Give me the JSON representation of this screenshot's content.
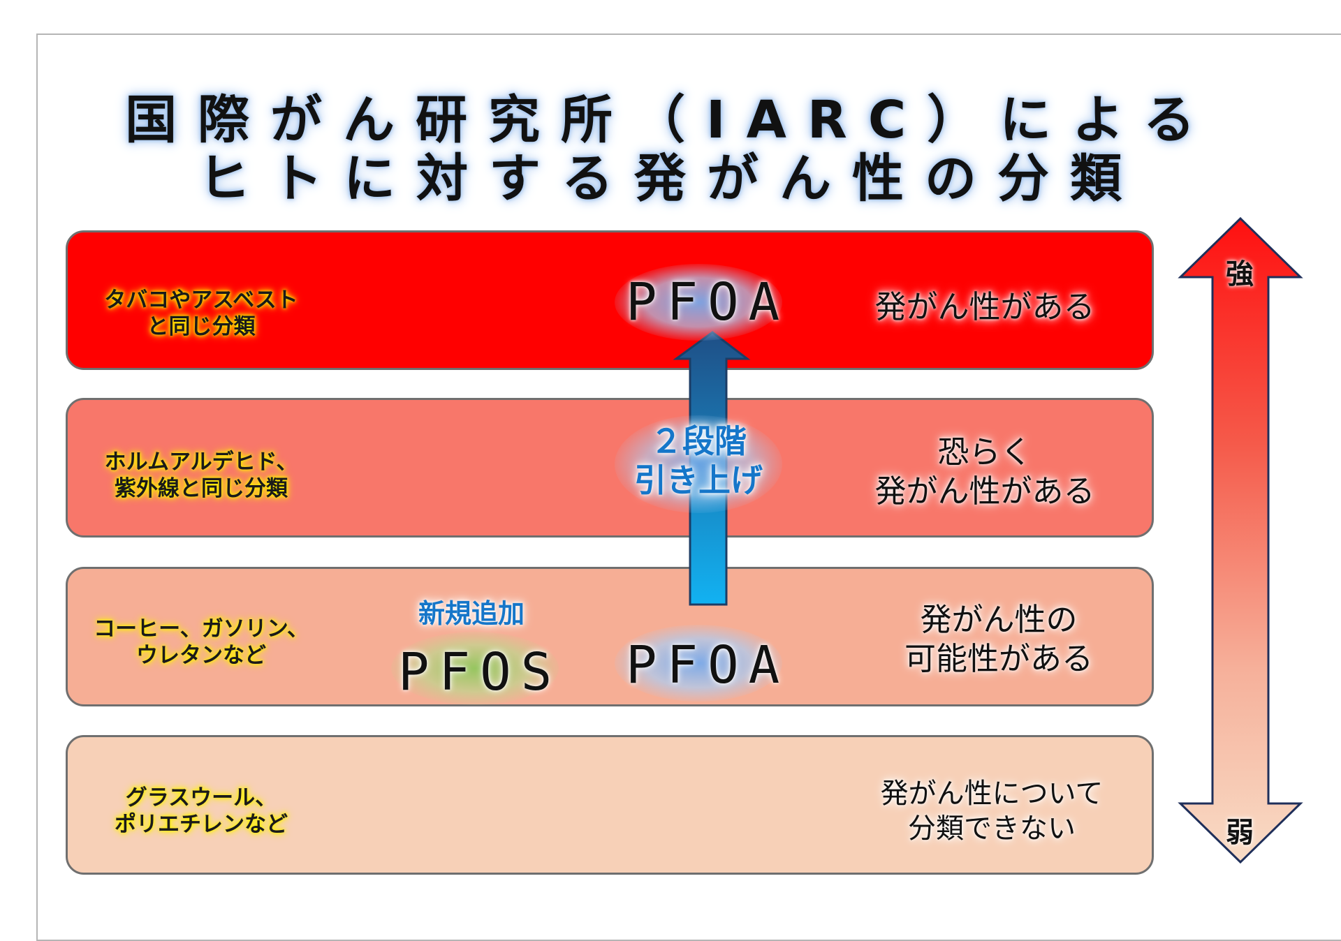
{
  "title": {
    "line1": "国際がん研究所（IARC）による",
    "line2": "ヒトに対する発がん性の分類"
  },
  "bands": [
    {
      "examples": [
        "タバコやアスベスト",
        "と同じ分類"
      ],
      "category": [
        "発がん性がある"
      ],
      "color": "#ff0000"
    },
    {
      "examples": [
        "ホルムアルデヒド、",
        "紫外線と同じ分類"
      ],
      "category": [
        "恐らく",
        "発がん性がある"
      ],
      "color": "#f8776a"
    },
    {
      "examples": [
        "コーヒー、ガソリン、",
        "ウレタンなど"
      ],
      "category": [
        "発がん性の",
        "可能性がある"
      ],
      "color": "#f6ae95"
    },
    {
      "examples": [
        "グラスウール、",
        "ポリエチレンなど"
      ],
      "category": [
        "発がん性について",
        "分類できない"
      ],
      "color": "#f7d0b7"
    }
  ],
  "substances": {
    "pfoa_top": "PFOA",
    "pfoa_bottom": "PFOA",
    "pfos": "PFOS",
    "pfos_label": "新規追加"
  },
  "upgrade_arrow": {
    "line1": "２段階",
    "line2": "引き上げ",
    "color_top": "#1f4f86",
    "color_bottom": "#12b2f2"
  },
  "strength_arrow": {
    "strong": "強",
    "weak": "弱",
    "color_top": "#ff1010",
    "color_bottom": "#f8dcc6"
  }
}
